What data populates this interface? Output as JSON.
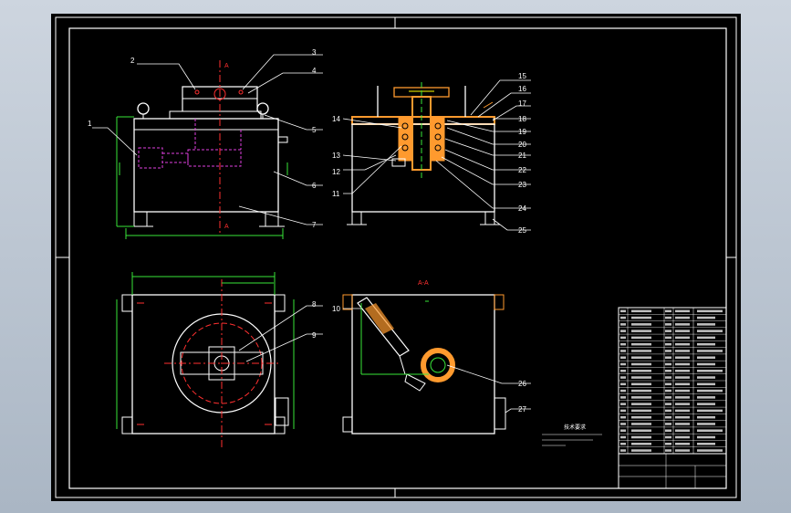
{
  "callouts": [
    "1",
    "2",
    "3",
    "4",
    "5",
    "6",
    "7",
    "8",
    "9",
    "10",
    "11",
    "12",
    "13",
    "14",
    "15",
    "16",
    "17",
    "18",
    "19",
    "20",
    "21",
    "22",
    "23",
    "24",
    "25",
    "26",
    "27"
  ],
  "section_marks": {
    "front_top": "A",
    "front_left": "|",
    "front_bottom": "A",
    "front_right": "|",
    "section_title": "A-A"
  },
  "notes_heading": "技术要求",
  "colors": {
    "sheet": "#000000",
    "frame": "#ffffff",
    "outline": "#ffffff",
    "dimension": "#39e639",
    "center": "#ff3030",
    "part": "#ff9a2e",
    "hidden": "#e040e0",
    "accent": "#ffff00"
  },
  "icons": [
    "corner-ticks"
  ]
}
